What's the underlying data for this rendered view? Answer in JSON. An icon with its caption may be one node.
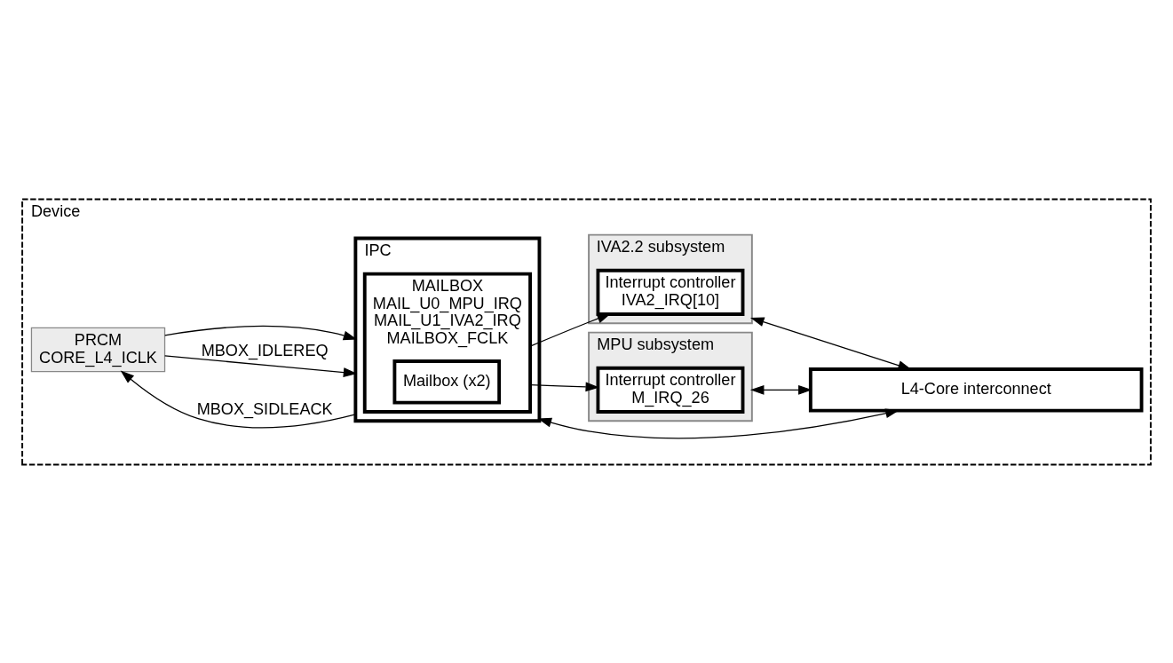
{
  "diagram": {
    "nodes": [
      {
        "text": [
          "Device"
        ]
      },
      {
        "text": [
          "L4-Core interconnect"
        ],
        "in": 0
      },
      {
        "text": [
          "IPC"
        ],
        "in": 0
      },
      {
        "text": [
          "MAILBOX",
          "MAIL_U0_MPU_IRQ",
          "MAIL_U1_IVA2_IRQ",
          "MAILBOX_FCLK"
        ],
        "in": 2
      },
      {
        "text": [
          "Mailbox (x2)"
        ],
        "in": 3
      },
      {
        "text": [
          "MPU subsystem"
        ],
        "in": 0
      },
      {
        "text": [
          "Interrupt controller",
          "M_IRQ_26"
        ],
        "in": 5
      },
      {
        "text": [
          "IVA2.2 subsystem"
        ],
        "in": 0
      },
      {
        "text": [
          "Interrupt controller",
          "IVA2_IRQ[10]"
        ],
        "in": 7
      },
      {
        "text": [
          "PRCM",
          "CORE_L4_ICLK"
        ],
        "in": 0
      }
    ],
    "edges": [
      {
        "from": 1,
        "to": 2,
        "arrow": "both"
      },
      {
        "from": 3,
        "to": 6,
        "arrow": "to"
      },
      {
        "from": 3,
        "to": 8,
        "arrow": "to"
      },
      {
        "from": 2,
        "to": 9,
        "arrow": "to",
        "label": "MBOX_SIDLEACK"
      },
      {
        "from": 9,
        "to": 2,
        "arrow": "to",
        "label": "MBOX_IDLEREQ"
      },
      {
        "from": 9,
        "to": 2,
        "arrow": "to"
      },
      {
        "from": 5,
        "to": 1,
        "arrow": "both"
      },
      {
        "from": 7,
        "to": 1,
        "arrow": "both"
      }
    ]
  }
}
